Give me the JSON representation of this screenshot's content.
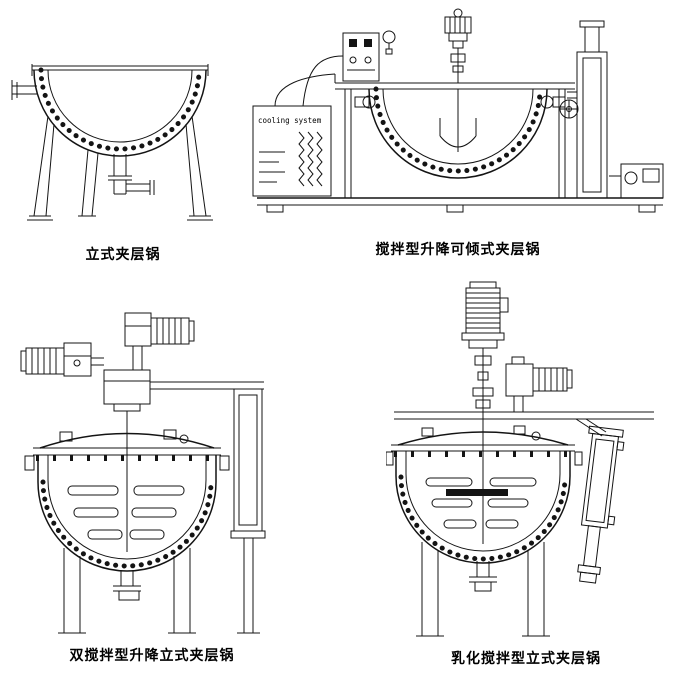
{
  "page": {
    "background": "#ffffff",
    "ink": "#141414"
  },
  "figures": {
    "vertical_kettle": {
      "caption": "立式夹层锅"
    },
    "tilting_kettle": {
      "caption": "搅拌型升降可倾式夹层锅",
      "cooling_box_label": "cooling system"
    },
    "double_agitator_kettle": {
      "caption": "双搅拌型升降立式夹层锅"
    },
    "emulsifying_kettle": {
      "caption": "乳化搅拌型立式夹层锅"
    }
  }
}
